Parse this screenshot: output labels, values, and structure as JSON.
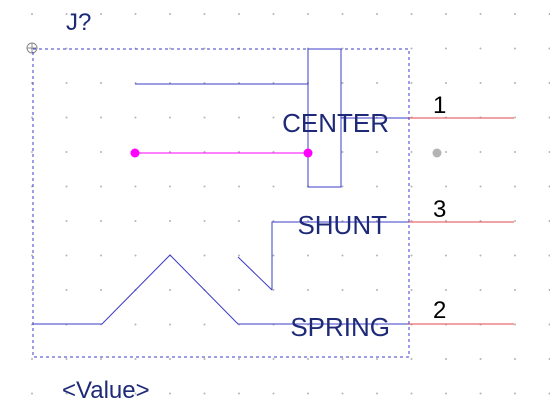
{
  "component": {
    "reference": "J?",
    "value": "<Value>"
  },
  "pins": [
    {
      "name": "CENTER",
      "number": "1"
    },
    {
      "name": "SHUNT",
      "number": "3"
    },
    {
      "name": "SPRING",
      "number": "2"
    }
  ],
  "colors": {
    "background": "#ffffff",
    "grid_dot": "#b4b4b4",
    "body_line": "#3c3cc8",
    "pin_line": "#e64646",
    "label_text": "#1e2a78",
    "number_text": "#000000",
    "junction": "#ff00ff",
    "unconnected_dot": "#b4b4b4"
  }
}
